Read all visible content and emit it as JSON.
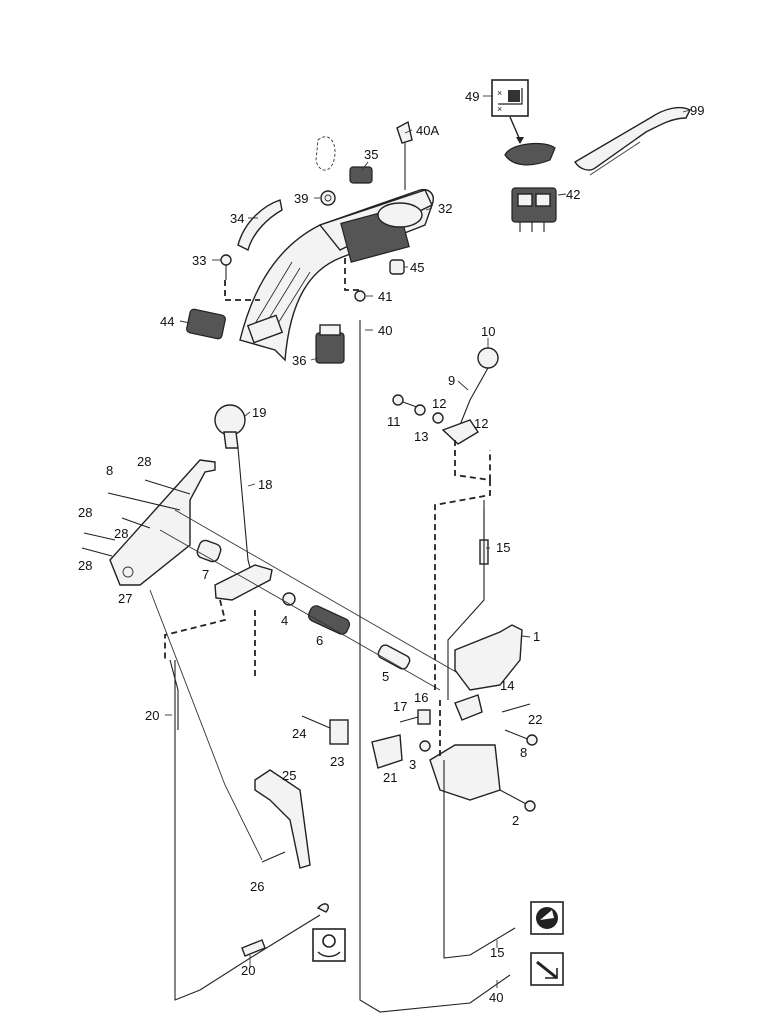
{
  "callouts": {
    "c1": "1",
    "c2": "2",
    "c3": "3",
    "c4": "4",
    "c5": "5",
    "c6": "6",
    "c7": "7",
    "c8a": "8",
    "c8b": "8",
    "c9": "9",
    "c10": "10",
    "c11": "11",
    "c12a": "12",
    "c12b": "12",
    "c13": "13",
    "c14": "14",
    "c15a": "15",
    "c15b": "15",
    "c16": "16",
    "c17": "17",
    "c18": "18",
    "c19": "19",
    "c20a": "20",
    "c20b": "20",
    "c21": "21",
    "c22": "22",
    "c23": "23",
    "c24": "24",
    "c25": "25",
    "c26": "26",
    "c27": "27",
    "c28a": "28",
    "c28b": "28",
    "c28c": "28",
    "c28d": "28",
    "c32": "32",
    "c33": "33",
    "c34": "34",
    "c35": "35",
    "c36": "36",
    "c39": "39",
    "c40a": "40",
    "c40b": "40",
    "c40A": "40A",
    "c41": "41",
    "c42": "42",
    "c44": "44",
    "c45": "45",
    "c49": "49",
    "c99": "99"
  },
  "icons": {
    "instruction_box_49": "grease-icon",
    "cable_box_20": "gear-shift-icon",
    "cable_box_15": "steering-icon",
    "cable_box_40": "throttle-icon"
  }
}
